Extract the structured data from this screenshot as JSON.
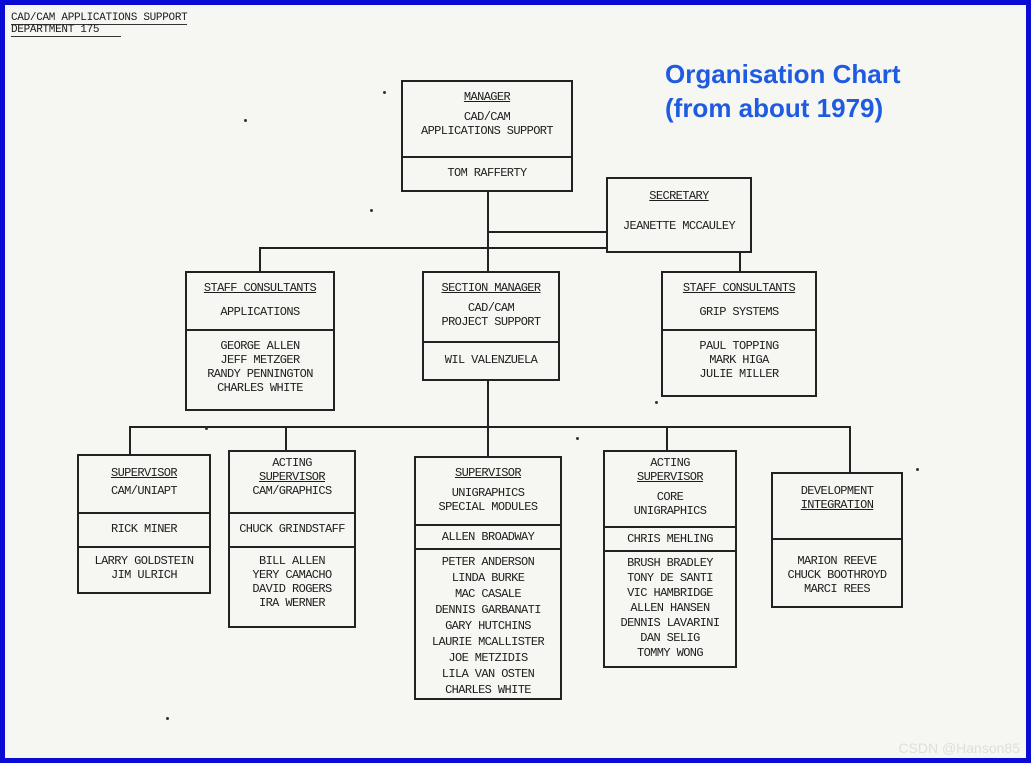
{
  "document": {
    "department_line1": "CAD/CAM APPLICATIONS SUPPORT",
    "department_line2": "DEPARTMENT 175",
    "heading_line1": "Organisation Chart",
    "heading_line2": "(from about 1979)",
    "watermark": "CSDN @Hanson85"
  },
  "boxes": {
    "manager": {
      "title": "MANAGER",
      "lines": [
        "CAD/CAM",
        "APPLICATIONS SUPPORT"
      ],
      "names": [
        "TOM RAFFERTY"
      ]
    },
    "secretary": {
      "title": "SECRETARY",
      "names": [
        "JEANETTE MCCAULEY"
      ]
    },
    "staff_apps": {
      "title": "STAFF CONSULTANTS",
      "lines": [
        "APPLICATIONS"
      ],
      "names": [
        "GEORGE ALLEN",
        "JEFF METZGER",
        "RANDY PENNINGTON",
        "CHARLES WHITE"
      ]
    },
    "section_mgr": {
      "title": "SECTION MANAGER",
      "lines": [
        "CAD/CAM",
        "PROJECT SUPPORT"
      ],
      "names": [
        "WIL VALENZUELA"
      ]
    },
    "staff_grip": {
      "title": "STAFF CONSULTANTS",
      "lines": [
        "GRIP SYSTEMS"
      ],
      "names": [
        "PAUL TOPPING",
        "MARK HIGA",
        "JULIE MILLER"
      ]
    },
    "sup_uniapt": {
      "title": "SUPERVISOR",
      "lines": [
        "CAM/UNIAPT"
      ],
      "lead": "RICK MINER",
      "names": [
        "LARRY GOLDSTEIN",
        "JIM ULRICH"
      ]
    },
    "sup_graphics": {
      "title_top": "ACTING",
      "title": "SUPERVISOR",
      "lines": [
        "CAM/GRAPHICS"
      ],
      "lead": "CHUCK GRINDSTAFF",
      "names": [
        "BILL ALLEN",
        "YERY CAMACHO",
        "DAVID ROGERS",
        "IRA WERNER"
      ]
    },
    "sup_modules": {
      "title": "SUPERVISOR",
      "lines": [
        "UNIGRAPHICS",
        "SPECIAL MODULES"
      ],
      "lead": "ALLEN BROADWAY",
      "names": [
        "PETER ANDERSON",
        "LINDA BURKE",
        "MAC CASALE",
        "DENNIS GARBANATI",
        "GARY HUTCHINS",
        "LAURIE MCALLISTER",
        "JOE METZIDIS",
        "LILA VAN OSTEN",
        "CHARLES WHITE"
      ]
    },
    "sup_core": {
      "title_top": "ACTING",
      "title": "SUPERVISOR",
      "lines": [
        "CORE",
        "UNIGRAPHICS"
      ],
      "lead": "CHRIS MEHLING",
      "names": [
        "BRUSH BRADLEY",
        "TONY DE SANTI",
        "VIC HAMBRIDGE",
        "ALLEN HANSEN",
        "DENNIS LAVARINI",
        "DAN SELIG",
        "TOMMY WONG"
      ]
    },
    "dev_integration": {
      "lines": [
        "DEVELOPMENT",
        "INTEGRATION"
      ],
      "names": [
        "MARION REEVE",
        "CHUCK BOOTHROYD",
        "MARCI REES"
      ]
    }
  }
}
